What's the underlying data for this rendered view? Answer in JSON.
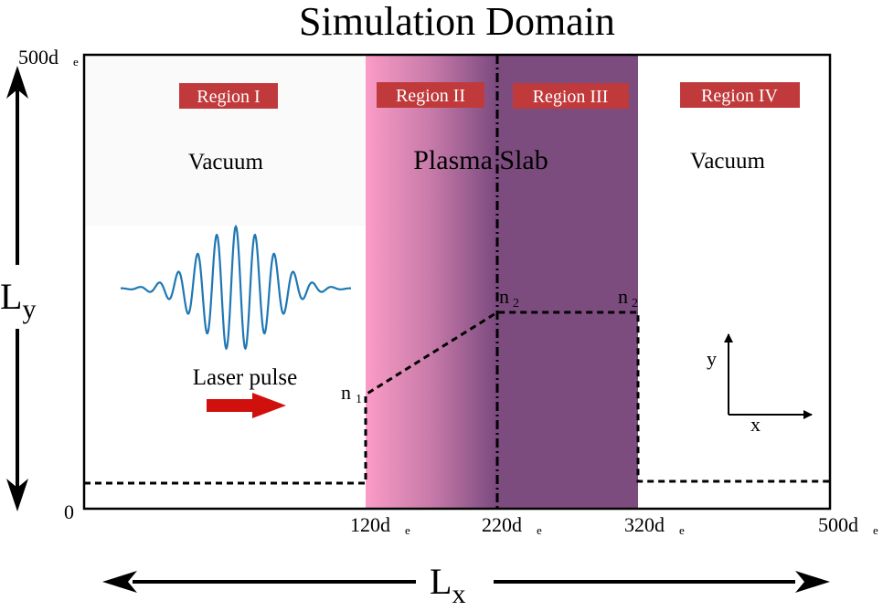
{
  "title": "Simulation Domain",
  "regions": [
    {
      "label": "Region I"
    },
    {
      "label": "Region II"
    },
    {
      "label": "Region III"
    },
    {
      "label": "Region IV"
    }
  ],
  "labels": {
    "vacuum_left": "Vacuum",
    "plasma_slab": "Plasma Slab",
    "vacuum_right": "Vacuum",
    "laser_pulse": "Laser pulse",
    "n1": "n",
    "n1_sub": "1",
    "n2_left": "n",
    "n2_left_sub": "2",
    "n2_right": "n",
    "n2_right_sub": "2"
  },
  "y_axis": {
    "top_main": "500d",
    "top_sub": "e",
    "bottom": "0",
    "label_main": "L",
    "label_sub": "y"
  },
  "x_axis": {
    "ticks": [
      {
        "main": "120d",
        "sub": "e"
      },
      {
        "main": "220d",
        "sub": "e"
      },
      {
        "main": "320d",
        "sub": "e"
      },
      {
        "main": "500d",
        "sub": "e"
      }
    ],
    "label_main": "L",
    "label_sub": "x"
  },
  "coord_axes": {
    "x": "x",
    "y": "y"
  },
  "colors": {
    "region_badge": "#c0393b",
    "plasma_light": "#f79bc3",
    "plasma_dark": "#7d4b7e",
    "wave": "#1f77b4",
    "laser_arrow": "#d0100c"
  }
}
